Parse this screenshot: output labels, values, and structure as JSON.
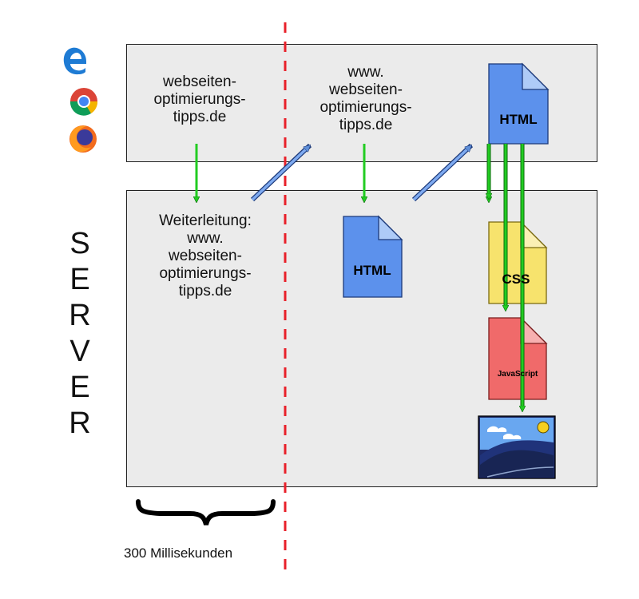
{
  "browser_box": {
    "domain_label": "webseiten-\noptimierungs-\ntipps.de",
    "www_label": "www.\nwebseiten-\noptimierungs-\ntipps.de",
    "html_file_label": "HTML"
  },
  "server_box": {
    "redirect_label": "Weiterleitung:\nwww.\nwebseiten-\noptimierungs-\ntipps.de",
    "html_file_label": "HTML",
    "css_file_label": "CSS",
    "js_file_label": "JavaScript",
    "side_label": "S\nE\nR\nV\nE\nR"
  },
  "latency_label": "300 Millisekunden",
  "browser_icons": [
    "edge-icon",
    "chrome-icon",
    "firefox-icon"
  ],
  "colors": {
    "box_fill": "#ebebeb",
    "arrow_green": "#22cc22",
    "arrow_blue": "#5f8fd8",
    "divider_red": "#e8202a",
    "html_file": "#5c91ec",
    "css_file": "#f7e36d",
    "js_file": "#f06a6a"
  }
}
